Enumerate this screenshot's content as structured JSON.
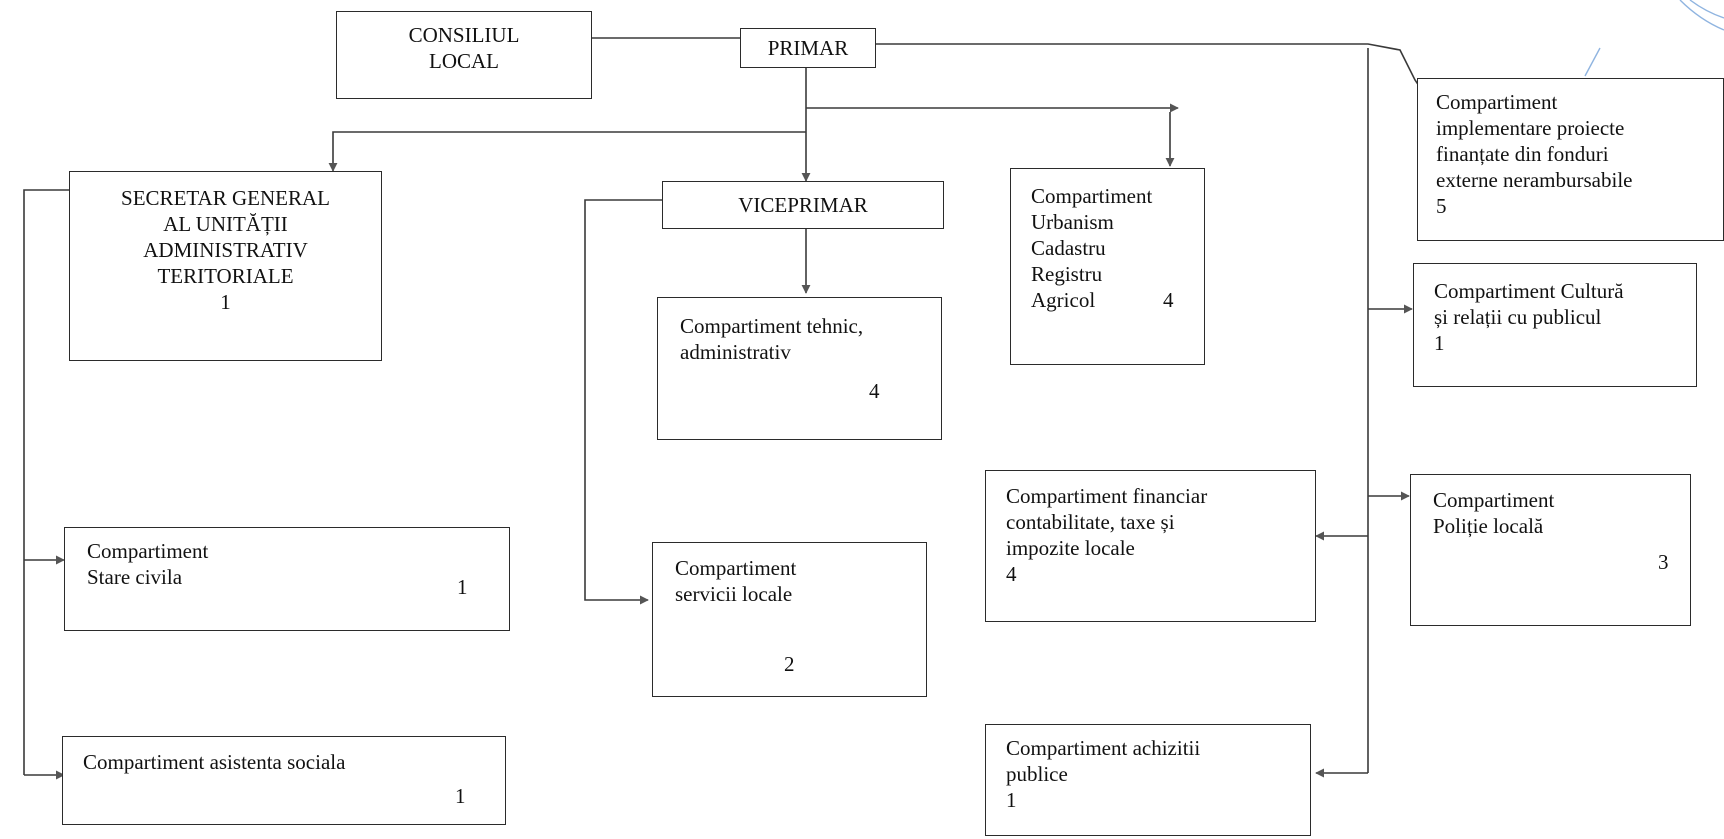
{
  "diagram": {
    "consiliul_local": {
      "label": "CONSILIUL\nLOCAL"
    },
    "primar": {
      "label": "PRIMAR"
    },
    "secretar_general": {
      "label": "SECRETAR GENERAL\nAL UNITĂȚII\nADMINISTRATIV\nTERITORIALE\n1"
    },
    "viceprimar": {
      "label": "VICEPRIMAR"
    },
    "tehnic_administrativ": {
      "label": "Compartiment tehnic,\nadministrativ",
      "count": "4"
    },
    "servicii_locale": {
      "label": "Compartiment\nservicii  locale",
      "count": "2"
    },
    "urbanism": {
      "label": "Compartiment\nUrbanism\nCadastru\nRegistru\nAgricol",
      "count": "4"
    },
    "implementare_proiecte": {
      "label": "Compartiment\nimplementare proiecte\nfinanțate din fonduri\nexterne nerambursabile\n5"
    },
    "cultura": {
      "label": "Compartiment Cultură\nși relații cu publicul\n1"
    },
    "financiar": {
      "label": "Compartiment financiar\ncontabilitate, taxe și\nimpozite locale\n4"
    },
    "politie_locala": {
      "label": "Compartiment\nPoliție locală",
      "count": "3"
    },
    "stare_civila": {
      "label": "Compartiment\nStare civila",
      "count": "1"
    },
    "asistenta_sociala": {
      "label": "Compartiment asistenta sociala",
      "count": "1"
    },
    "achizitii": {
      "label": "Compartiment achizitii\npublice\n1"
    }
  }
}
